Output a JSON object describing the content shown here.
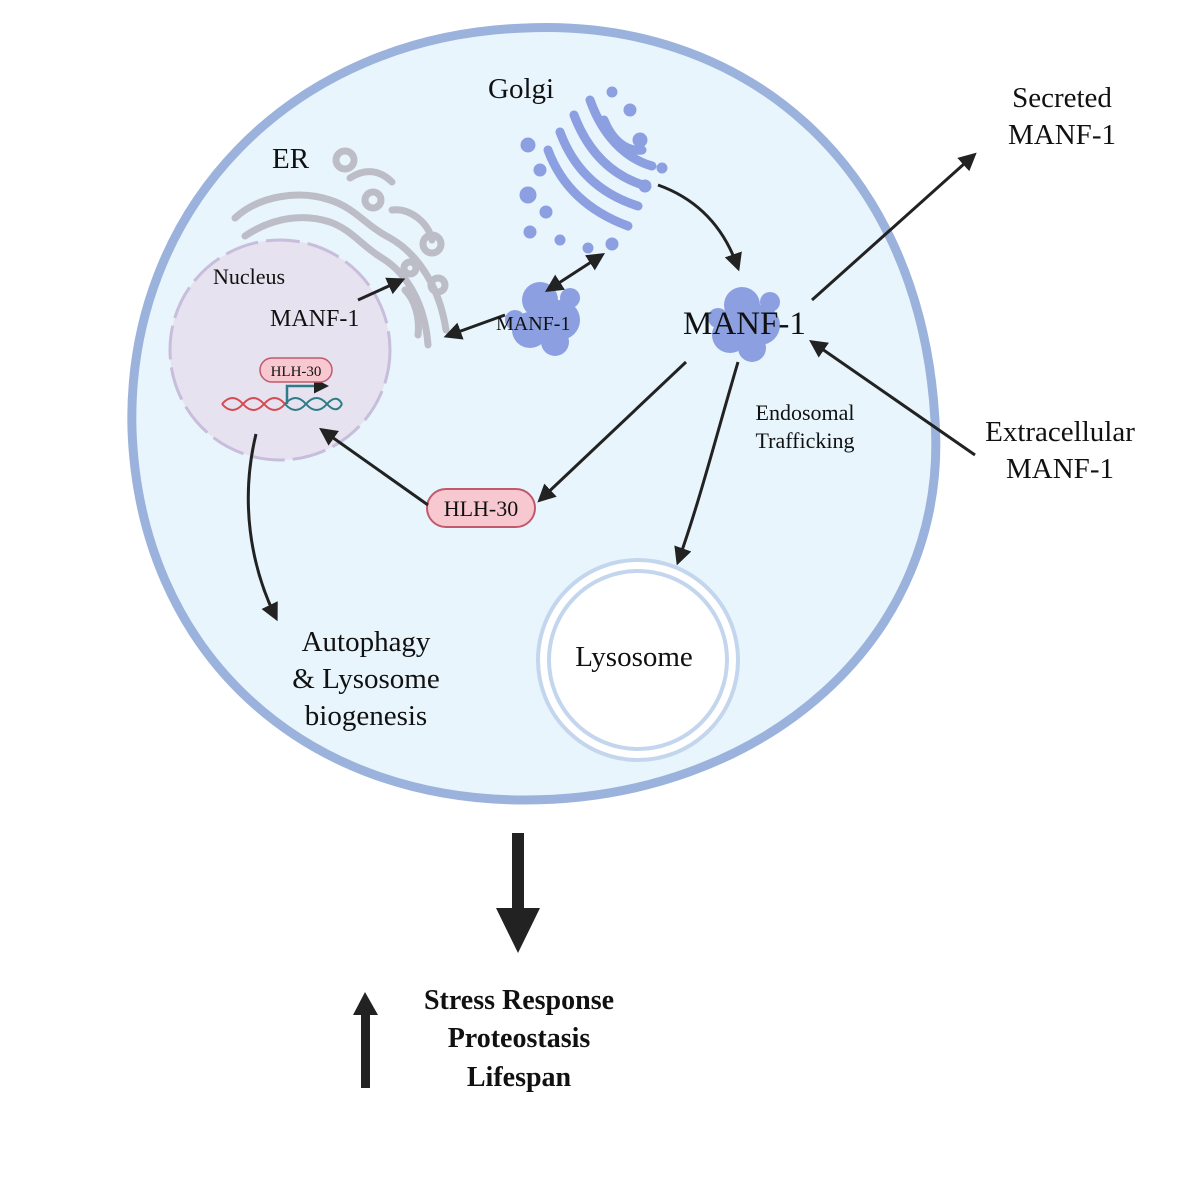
{
  "colors": {
    "cell_fill": "#e8f5fd",
    "cell_border": "#9bb3dc",
    "nucleus_fill": "#e6e2f0",
    "nucleus_border": "#c8bddb",
    "organelle_blue": "#8c9fe0",
    "organelle_outline": "#bdbdc8",
    "hlh30_fill": "#f8c8d0",
    "hlh30_border": "#c05a6c",
    "dna_red": "#d84a52",
    "dna_teal": "#2c7d86",
    "arrow": "#222222",
    "lysosome_ring": "#c3d6ee"
  },
  "labels": {
    "golgi": "Golgi",
    "er": "ER",
    "nucleus": "Nucleus",
    "manf1_nucleus": "MANF-1",
    "manf1_golgi_path": "MANF-1",
    "manf1_main": "MANF-1",
    "hlh30_gene": "HLH-30",
    "hlh30_main": "HLH-30",
    "endosomal": [
      "Endosomal",
      "Trafficking"
    ],
    "lysosome": "Lysosome",
    "autophagy": [
      "Autophagy",
      "& Lysosome",
      "biogenesis"
    ],
    "secreted": [
      "Secreted",
      "MANF-1"
    ],
    "extracellular": [
      "Extracellular",
      "MANF-1"
    ],
    "outcomes": [
      "Stress Response",
      "Proteostasis",
      "Lifespan"
    ]
  },
  "icons": {
    "golgi": "golgi-icon",
    "er": "er-icon",
    "nucleus": "nucleus-icon",
    "protein": "protein-icon",
    "dna": "dna-icon",
    "lysosome": "lysosome-icon",
    "up_arrow": "up-arrow-icon"
  }
}
